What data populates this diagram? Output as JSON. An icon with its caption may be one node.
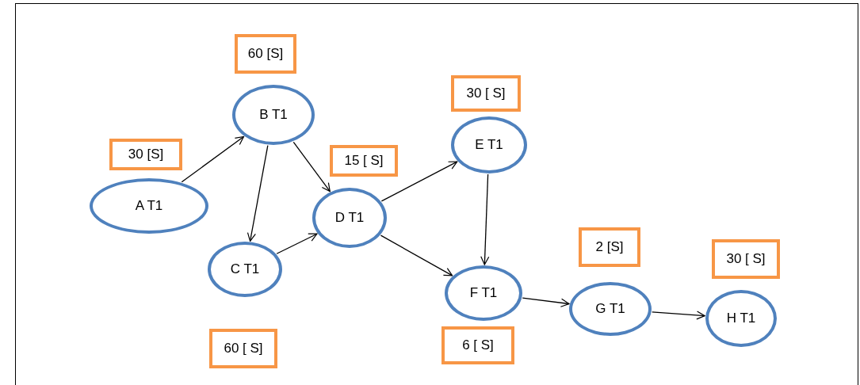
{
  "diagram": {
    "nodes": [
      {
        "text": [
          "A T1"
        ],
        "beside": [
          "30 [S]"
        ]
      },
      {
        "text": [
          "B T1"
        ],
        "beside": [
          "60 [S]"
        ]
      },
      {
        "text": [
          "C T1"
        ],
        "beside": [
          "60 [ S]"
        ]
      },
      {
        "text": [
          "D T1"
        ],
        "beside": [
          "15 [ S]"
        ]
      },
      {
        "text": [
          "E T1"
        ],
        "beside": [
          "30 [ S]"
        ]
      },
      {
        "text": [
          "F T1"
        ],
        "beside": [
          "6 [ S]"
        ]
      },
      {
        "text": [
          "G T1"
        ],
        "beside": [
          "2 [S]"
        ]
      },
      {
        "text": [
          "H T1"
        ],
        "beside": [
          "30 [ S]"
        ]
      }
    ],
    "edges": [
      {
        "from": 0,
        "to": 1,
        "arrow": "to"
      },
      {
        "from": 1,
        "to": 2,
        "arrow": "to"
      },
      {
        "from": 1,
        "to": 3,
        "arrow": "to"
      },
      {
        "from": 2,
        "to": 3,
        "arrow": "to"
      },
      {
        "from": 3,
        "to": 4,
        "arrow": "to"
      },
      {
        "from": 3,
        "to": 5,
        "arrow": "to"
      },
      {
        "from": 4,
        "to": 5,
        "arrow": "to"
      },
      {
        "from": 5,
        "to": 6,
        "arrow": "to"
      },
      {
        "from": 6,
        "to": 7,
        "arrow": "to"
      }
    ]
  }
}
